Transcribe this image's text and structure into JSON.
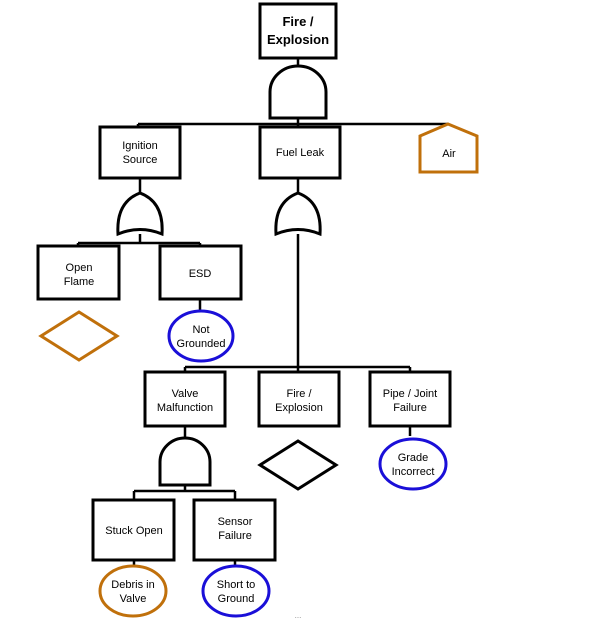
{
  "nodes": {
    "top": [
      "Fire /",
      "Explosion"
    ],
    "ignition": [
      "Ignition",
      "Source"
    ],
    "fuel_leak": [
      "Fuel Leak"
    ],
    "air": [
      "Air"
    ],
    "open_flame": [
      "Open",
      "Flame"
    ],
    "esd": [
      "ESD"
    ],
    "not_grounded": [
      "Not",
      "Grounded"
    ],
    "valve_malfunction": [
      "Valve",
      "Malfunction"
    ],
    "fire_explosion_2": [
      "Fire /",
      "Explosion"
    ],
    "pipe_joint": [
      "Pipe / Joint",
      "Failure"
    ],
    "grade_incorrect": [
      "Grade",
      "Incorrect"
    ],
    "stuck_open": [
      "Stuck Open"
    ],
    "sensor_failure": [
      "Sensor",
      "Failure"
    ],
    "debris": [
      "Debris in",
      "Valve"
    ],
    "short_ground": [
      "Short to",
      "Ground"
    ]
  },
  "footer": "..."
}
